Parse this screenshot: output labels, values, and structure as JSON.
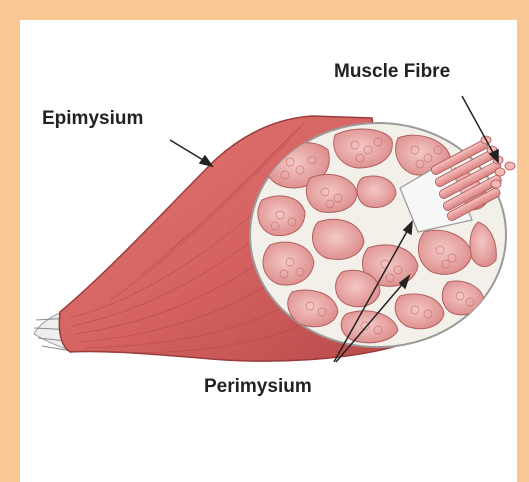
{
  "labels": {
    "epimysium": "Epimysium",
    "muscle_fibre": "Muscle Fibre",
    "perimysium": "Perimysium"
  },
  "colors": {
    "frame": "#f9c793",
    "background": "#ffffff",
    "muscle": "#d86a68",
    "muscle_dark": "#b84848",
    "connective_tissue": "#f3efe9",
    "fascicle": "#e8a4a2",
    "text": "#222222"
  }
}
